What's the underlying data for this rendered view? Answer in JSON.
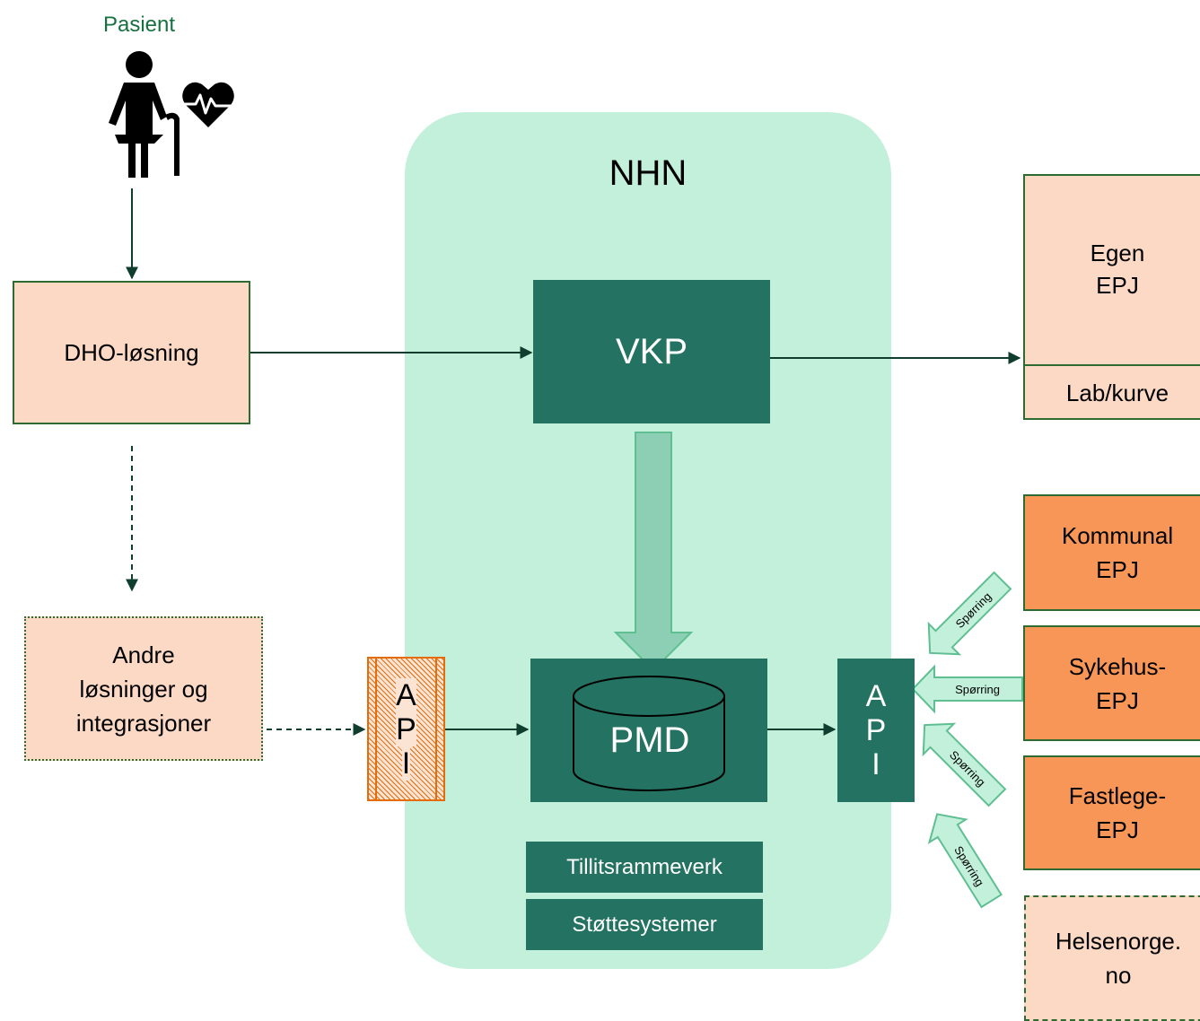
{
  "patient": {
    "label": "Pasient",
    "icon": "elderly-patient-icon",
    "heart_icon": "heart-pulse-icon"
  },
  "nhn": {
    "title": "NHN"
  },
  "boxes": {
    "vkp": "VKP",
    "pmd": "PMD",
    "tillitsrammeverk": "Tillitsrammeverk",
    "stottesystemer": "Støttesystemer",
    "dho": "DHO-løsning",
    "andre": [
      "Andre",
      "løsninger og",
      "integrasjoner"
    ],
    "egen_epj": [
      "Egen",
      "EPJ"
    ],
    "lab_kurve": "Lab/kurve",
    "kommunal_epj": [
      "Kommunal",
      "EPJ"
    ],
    "sykehus_epj": [
      "Sykehus-",
      "EPJ"
    ],
    "fastlege_epj": [
      "Fastlege-",
      "EPJ"
    ],
    "helsenorge": [
      "Helsenorge.",
      "no"
    ]
  },
  "api": {
    "left": [
      "A",
      "P",
      "I"
    ],
    "right": [
      "A",
      "P",
      "I"
    ]
  },
  "queries": [
    "Spørring",
    "Spørring",
    "Spørring",
    "Spørring"
  ],
  "colors": {
    "nhn_background": "#c2f0da",
    "dark_green": "#247261",
    "peach": "#fcd9c4",
    "orange": "#f79657",
    "api_hatch": "#e46c0a",
    "line": "#0f3d2e"
  }
}
